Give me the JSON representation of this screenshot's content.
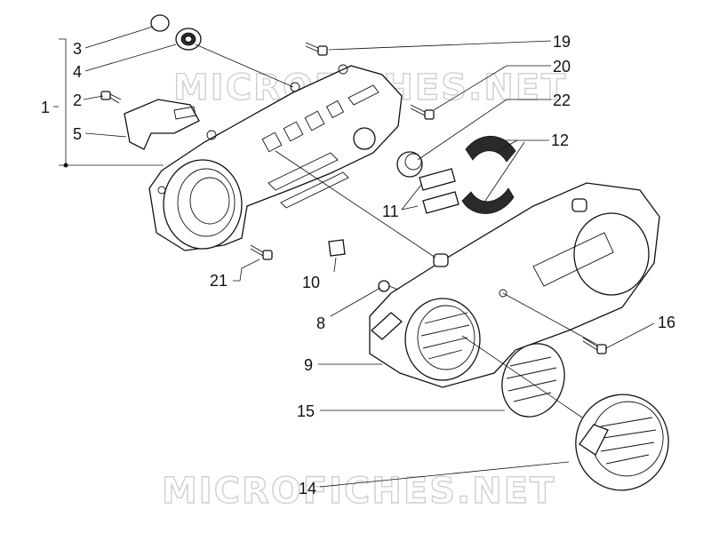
{
  "watermark": {
    "text": "MICROFICHES.NET"
  },
  "callouts": [
    {
      "id": "1",
      "label": "1"
    },
    {
      "id": "2",
      "label": "2"
    },
    {
      "id": "3",
      "label": "3"
    },
    {
      "id": "4",
      "label": "4"
    },
    {
      "id": "5",
      "label": "5"
    },
    {
      "id": "8",
      "label": "8"
    },
    {
      "id": "9",
      "label": "9"
    },
    {
      "id": "10",
      "label": "10"
    },
    {
      "id": "11",
      "label": "11"
    },
    {
      "id": "12",
      "label": "12"
    },
    {
      "id": "14",
      "label": "14"
    },
    {
      "id": "15",
      "label": "15"
    },
    {
      "id": "16",
      "label": "16"
    },
    {
      "id": "19",
      "label": "19"
    },
    {
      "id": "20",
      "label": "20"
    },
    {
      "id": "21",
      "label": "21"
    },
    {
      "id": "22",
      "label": "22"
    }
  ]
}
